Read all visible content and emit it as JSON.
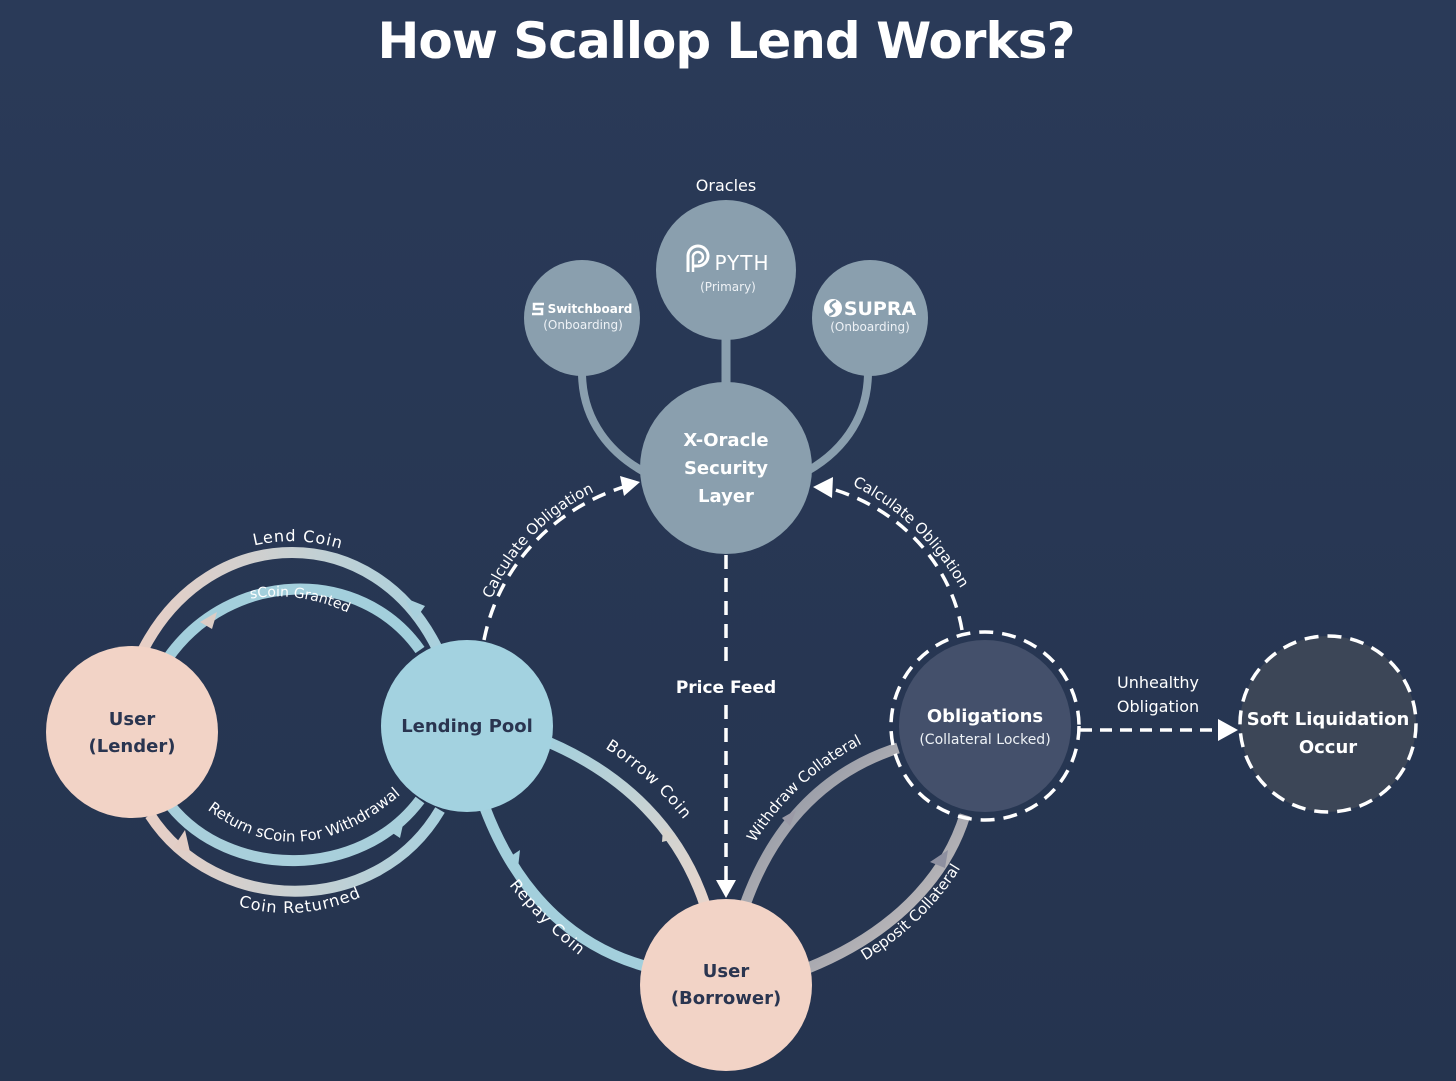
{
  "title": "How Scallop Lend Works?",
  "oracles": {
    "heading": "Oracles",
    "pyth": {
      "name": "PYTH",
      "sub": "(Primary)"
    },
    "switchboard": {
      "name": "Switchboard",
      "sub": "(Onboarding)"
    },
    "supra": {
      "name": "SUPRA",
      "sub": "(Onboarding)"
    }
  },
  "nodes": {
    "xoracle": {
      "line1": "X-Oracle",
      "line2": "Security",
      "line3": "Layer"
    },
    "lending_pool": "Lending Pool",
    "lender": {
      "line1": "User",
      "line2": "(Lender)"
    },
    "borrower": {
      "line1": "User",
      "line2": "(Borrower)"
    },
    "obligations": {
      "name": "Obligations",
      "sub": "(Collateral Locked)"
    },
    "soft_liq": {
      "line1": "Soft Liquidation",
      "line2": "Occur"
    }
  },
  "edges": {
    "lend_coin": "Lend Coin",
    "scoin_granted": "sCoin Granted",
    "return_scoin": "Return sCoin For Withdrawal",
    "coin_returned": "Coin Returned",
    "calc_left": "Calculate Obligation",
    "calc_right": "Calculate Obligation",
    "price_feed": "Price Feed",
    "borrow_coin": "Borrow Coin",
    "repay_coin": "Repay Coin",
    "withdraw_collateral": "Withdraw Collateral",
    "deposit_collateral": "Deposit Collateral",
    "unhealthy_1": "Unhealthy",
    "unhealthy_2": "Obligation"
  },
  "colors": {
    "background": "#27364f",
    "oracle": "#8a9fae",
    "lender": "#f2d3c6",
    "pool": "#a3d2e0",
    "obligations": "#44506b",
    "soft_liq": "#3c4657"
  }
}
